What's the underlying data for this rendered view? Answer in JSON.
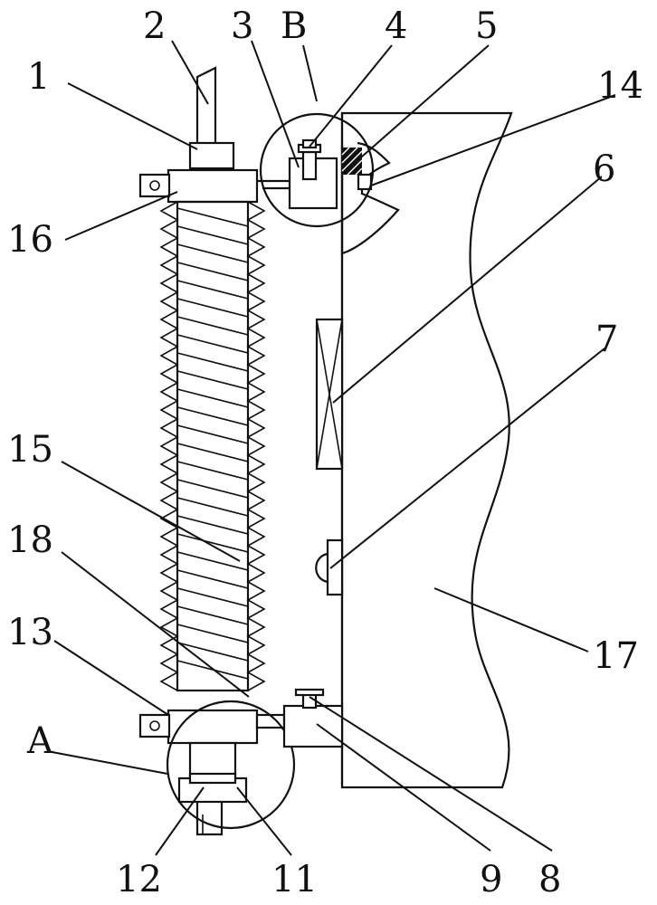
{
  "labels": {
    "l1": "1",
    "l2": "2",
    "l3": "3",
    "lB": "B",
    "l4": "4",
    "l5": "5",
    "l14": "14",
    "l6": "6",
    "l16": "16",
    "l7": "7",
    "l15": "15",
    "l18": "18",
    "l13": "13",
    "lA": "A",
    "l17": "17",
    "l12": "12",
    "l11": "11",
    "l9": "9",
    "l8": "8"
  },
  "colors": {
    "line": "#111111",
    "hatch": "#111111",
    "background": "#ffffff"
  }
}
